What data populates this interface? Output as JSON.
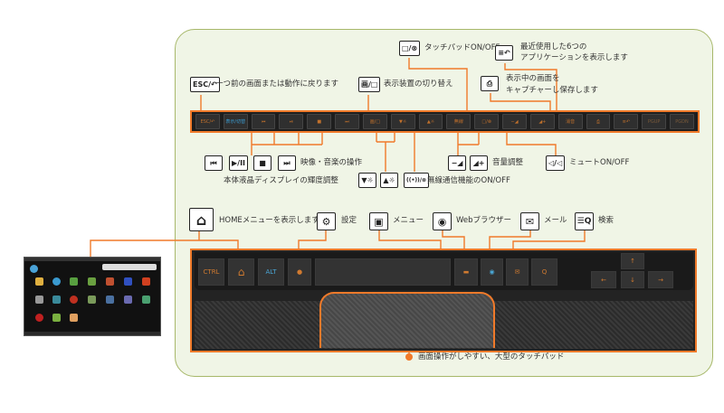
{
  "fn_row": {
    "keys": [
      "ESC/↶",
      "表示/切替",
      "⏮",
      "⏯",
      "■",
      "⏭",
      "画/□",
      "▼☼",
      "▲☼",
      "無線",
      "□/⊗",
      "−◢",
      "◢+",
      "消音",
      "⎙",
      "≡↶",
      "PGUP",
      "PGDN"
    ]
  },
  "callouts": {
    "back": {
      "icon": "ESC/↶",
      "label": "一つ前の画面または動作に戻ります"
    },
    "display_switch": {
      "icon": "画/□",
      "label": "表示装置の切り替え"
    },
    "touchpad_toggle": {
      "icon": "□/⊗",
      "label": "タッチパッドON/OFF"
    },
    "recent_apps": {
      "icon": "≡↶",
      "label_line1": "最近使用した6つの",
      "label_line2": "アプリケーションを表示します"
    },
    "capture": {
      "icon": "⎙",
      "label_line1": "表示中の画面を",
      "label_line2": "キャプチャーし保存します"
    },
    "media": {
      "icons": [
        "⏮",
        "▶/II",
        "■",
        "⏭"
      ],
      "label": "映像・音楽の操作"
    },
    "brightness": {
      "icons": [
        "▼☼",
        "▲☼"
      ],
      "label": "本体液晶ディスプレイの輝度調整"
    },
    "wireless": {
      "icon": "((•))/⊗",
      "label": "無線通信機能のON/OFF"
    },
    "volume": {
      "icons": [
        "−◢",
        "◢+"
      ],
      "label": "音量調整"
    },
    "mute": {
      "icon": "◁/◁",
      "label": "ミュートON/OFF"
    },
    "home": {
      "icon": "⌂",
      "label": "HOMEメニューを表示します"
    },
    "settings": {
      "icon": "⚙",
      "label": "設定"
    },
    "menu": {
      "icon": "▣",
      "label": "メニュー"
    },
    "browser": {
      "icon": "◉",
      "label": "Webブラウザー"
    },
    "mail": {
      "icon": "✉",
      "label": "メール"
    },
    "search": {
      "icon": "☰Q",
      "label": "検索"
    },
    "touchpad": {
      "label": "画面操作がしやすい、大型のタッチパッド"
    }
  },
  "keyboard": {
    "ctrl": "CTRL",
    "alt": "ALT",
    "arrows": [
      "↑",
      "←",
      "↓",
      "→"
    ],
    "home_glyph": "⌂",
    "settings_glyph": "●",
    "menu_glyph": "▬",
    "browser_glyph": "◉",
    "mail_glyph": "✉",
    "search_glyph": "Q"
  },
  "colors": {
    "accent": "#f07a2a",
    "panel_bg": "#f0f5e6",
    "panel_border": "#a7b86a",
    "key_bg": "#333333"
  }
}
